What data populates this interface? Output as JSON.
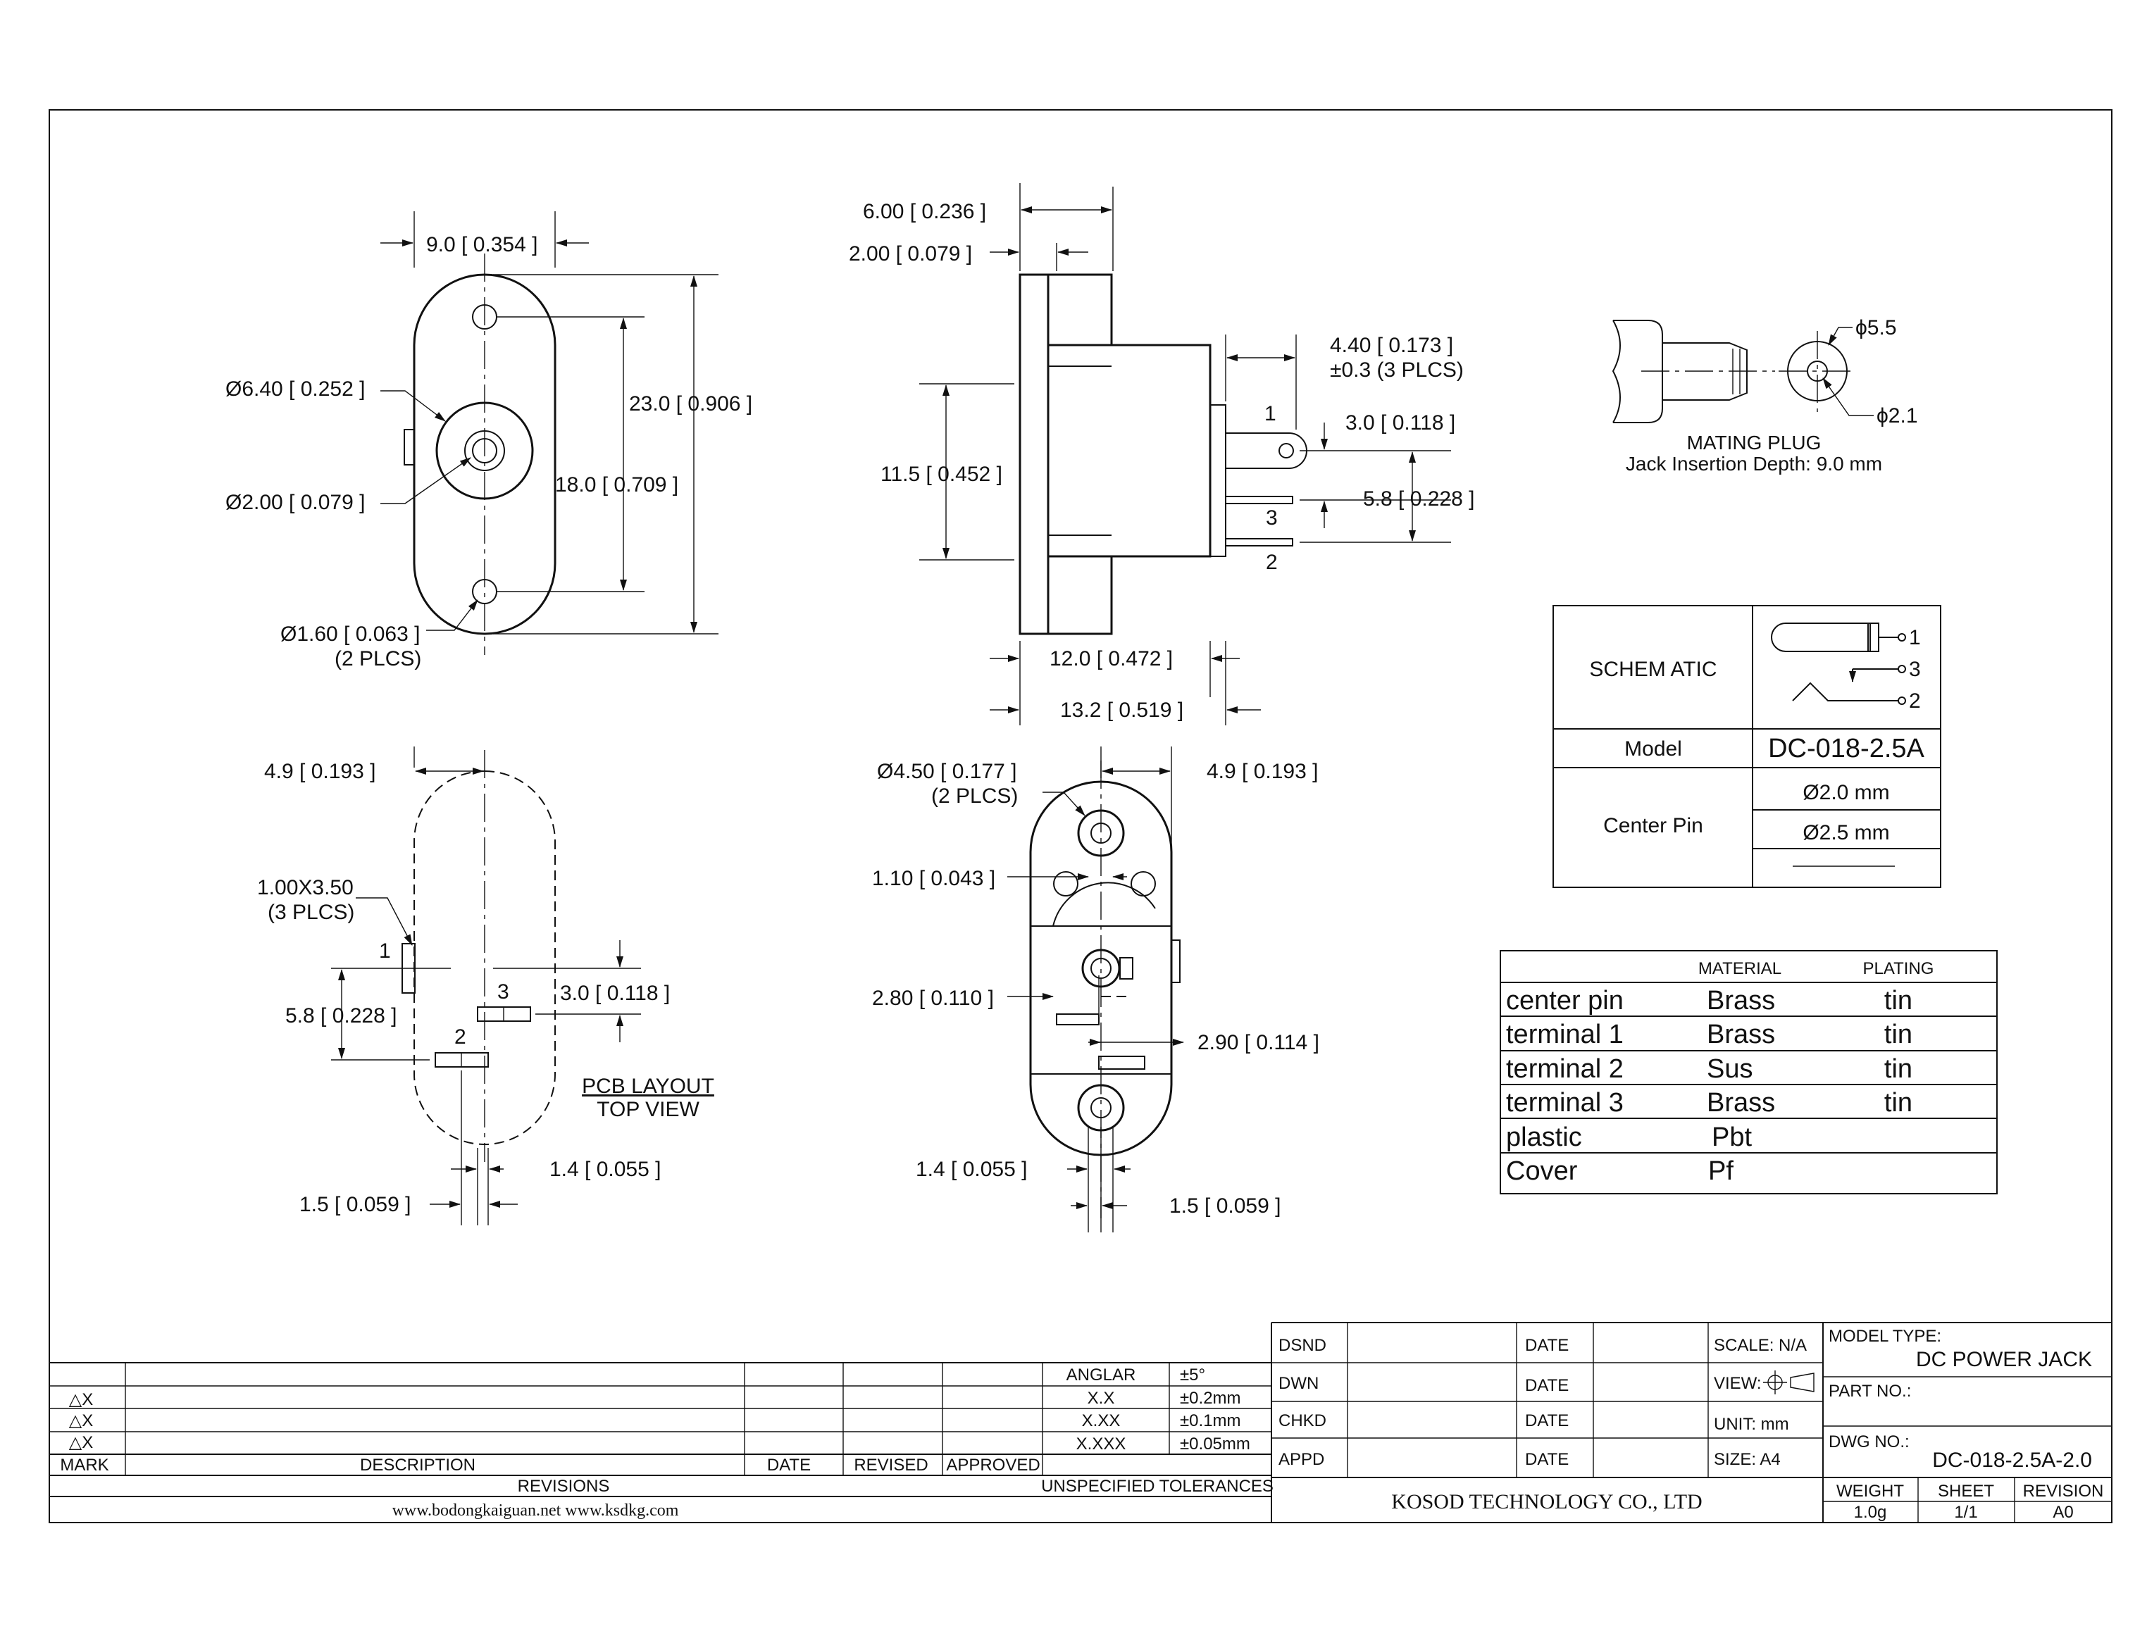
{
  "top_view": {
    "dim_width": "9.0 [ 0.354 ]",
    "dim_center_dia": "Ø6.40 [ 0.252 ]",
    "dim_pin_dia": "Ø2.00 [ 0.079 ]",
    "dim_hole_dia": "Ø1.60 [ 0.063 ]",
    "dim_hole_plcs": "(2 PLCS)",
    "dim_length": "23.0 [ 0.906 ]",
    "dim_hole_spacing": "18.0 [ 0.709 ]"
  },
  "side_view": {
    "dim_600": "6.00 [ 0.236 ]",
    "dim_200": "2.00 [ 0.079 ]",
    "dim_440": "4.40 [ 0.173 ]",
    "dim_440_tol": "±0.3 (3 PLCS)",
    "dim_300": "3.0 [ 0.118 ]",
    "dim_58": "5.8 [ 0.228 ]",
    "dim_115": "11.5 [ 0.452 ]",
    "dim_120": "12.0 [ 0.472 ]",
    "dim_132": "13.2 [ 0.519 ]",
    "pin1": "1",
    "pin3": "3",
    "pin2": "2"
  },
  "mating_plug": {
    "dia_outer": "ϕ5.5",
    "dia_inner": "ϕ2.1",
    "title": "MATING PLUG",
    "depth": "Jack Insertion Depth: 9.0 mm"
  },
  "schematic_table": {
    "schematic_label": "SCHEM ATIC",
    "pins": [
      "1",
      "3",
      "2"
    ],
    "model_label": "Model",
    "model_value": "DC-018-2.5A",
    "center_pin_label": "Center Pin",
    "center_pin_values": [
      "Ø2.0 mm",
      "Ø2.5 mm"
    ]
  },
  "pcb_layout": {
    "dim_49": "4.9 [ 0.193 ]",
    "dim_slot": "1.00X3.50",
    "dim_slot_plcs": "(3 PLCS)",
    "dim_58": "5.8 [ 0.228 ]",
    "dim_30": "3.0 [ 0.118 ]",
    "dim_14": "1.4 [ 0.055 ]",
    "dim_15": "1.5 [ 0.059 ]",
    "pad1": "1",
    "pad2": "2",
    "pad3": "3",
    "title_1": "PCB LAYOUT",
    "title_2": "TOP VIEW"
  },
  "bottom_view": {
    "dim_450": "Ø4.50 [ 0.177 ]",
    "dim_450_plcs": "(2 PLCS)",
    "dim_49": "4.9 [ 0.193 ]",
    "dim_110": "1.10 [ 0.043 ]",
    "dim_280": "2.80 [ 0.110 ]",
    "dim_290": "2.90 [ 0.114 ]",
    "dim_14": "1.4 [ 0.055 ]",
    "dim_15": "1.5 [ 0.059 ]"
  },
  "materials": {
    "headers": [
      "MATERIAL",
      "PLATING"
    ],
    "rows": [
      [
        "center pin",
        "Brass",
        "tin"
      ],
      [
        "terminal 1",
        "Brass",
        "tin"
      ],
      [
        "terminal 2",
        "Sus",
        "tin"
      ],
      [
        "terminal 3",
        "Brass",
        "tin"
      ],
      [
        "plastic",
        "Pbt",
        ""
      ],
      [
        "Cover",
        "Pf",
        ""
      ]
    ]
  },
  "revisions": {
    "marks": [
      "△X",
      "△X",
      "△X"
    ],
    "mark_header": "MARK",
    "description_header": "DESCRIPTION",
    "date_header": "DATE",
    "revised_header": "REVISED",
    "approved_header": "APPROVED",
    "section_label": "REVISIONS",
    "website": "www.bodongkaiguan.net     www.ksdkg.com"
  },
  "tolerances": {
    "rows": [
      [
        "ANGLAR",
        "±5°"
      ],
      [
        "X.X",
        "±0.2mm"
      ],
      [
        "X.XX",
        "±0.1mm"
      ],
      [
        "X.XXX",
        "±0.05mm"
      ]
    ],
    "label": "UNSPECIFIED TOLERANCES"
  },
  "title_block": {
    "dsnd": "DSND",
    "dwn": "DWN",
    "chkd": "CHKD",
    "appd": "APPD",
    "date": "DATE",
    "scale": "SCALE: N/A",
    "view": "VIEW:",
    "unit": "UNIT: mm",
    "size": "SIZE: A4",
    "model_type_label": "MODEL TYPE:",
    "model_type_value": "DC POWER JACK",
    "part_no_label": "PART NO.:",
    "dwg_no_label": "DWG NO.:",
    "dwg_no_value": "DC-018-2.5A-2.0",
    "company": "KOSOD TECHNOLOGY CO., LTD",
    "weight_label": "WEIGHT",
    "weight_value": "1.0g",
    "sheet_label": "SHEET",
    "sheet_value": "1/1",
    "revision_label": "REVISION",
    "revision_value": "A0"
  }
}
